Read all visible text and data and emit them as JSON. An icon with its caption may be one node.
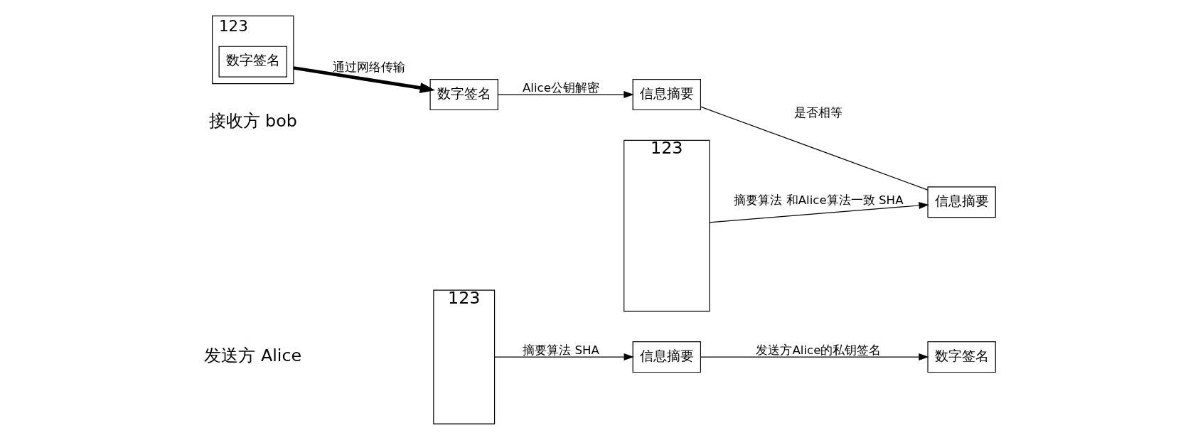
{
  "diagram": {
    "nodes": [
      {
        "text": [
          "123"
        ]
      },
      {
        "text": [
          "信息摘要"
        ]
      },
      {
        "text": [
          "数字签名"
        ]
      },
      {
        "text": [
          "123"
        ]
      },
      {
        "text": [
          "数字签名"
        ],
        "in": 3
      },
      {
        "text": [
          "数字签名"
        ]
      },
      {
        "text": [
          "信息摘要"
        ]
      },
      {
        "text": [
          "123"
        ]
      },
      {
        "text": [
          "信息摘要"
        ]
      }
    ],
    "edges": [
      {
        "from": 0,
        "to": 1,
        "arrow": "to",
        "label": "摘要算法 SHA"
      },
      {
        "from": 1,
        "to": 2,
        "arrow": "to",
        "label": "发送方Alice的私钥签名"
      },
      {
        "from": 3,
        "to": 5,
        "arrow": "to",
        "label": "通过网络传输",
        "style": "thick"
      },
      {
        "from": 5,
        "to": 6,
        "arrow": "to",
        "label": "Alice公钥解密"
      },
      {
        "from": 7,
        "to": 8,
        "arrow": "to",
        "label": "摘要算法 和Alice算法一致 SHA"
      },
      {
        "from": 6,
        "to": 8,
        "arrow": "none",
        "label": "是否相等"
      }
    ],
    "labels": [
      "发送方 Alice",
      "接收方 bob"
    ]
  }
}
